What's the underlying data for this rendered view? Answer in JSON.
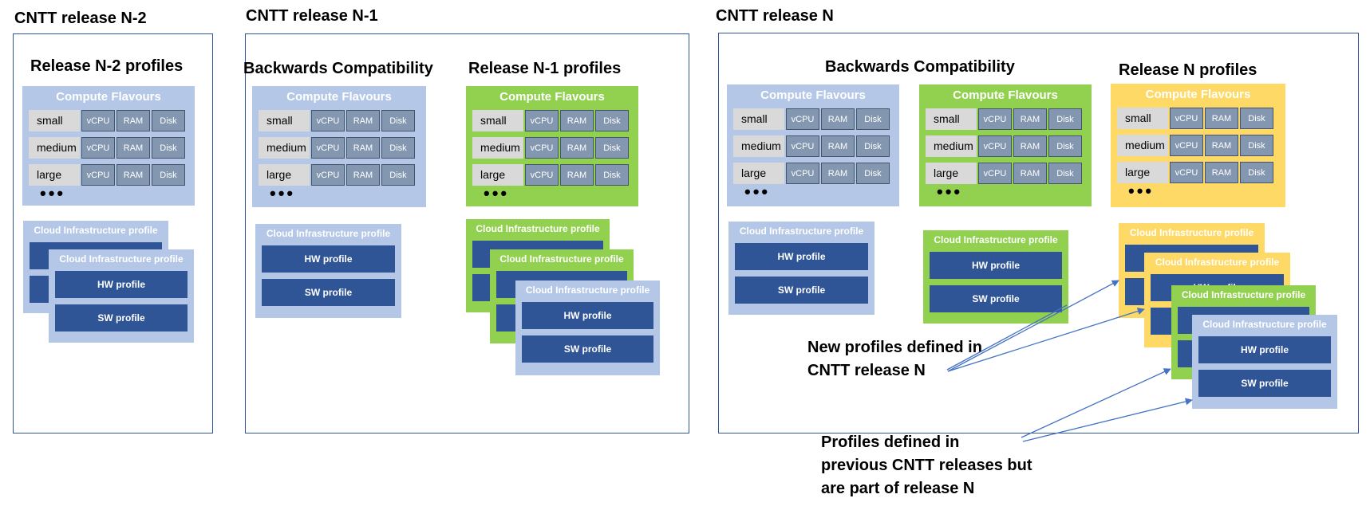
{
  "releases": {
    "n2": {
      "title": "CNTT release N-2"
    },
    "n1": {
      "title": "CNTT release N-1"
    },
    "n": {
      "title": "CNTT release N"
    }
  },
  "sections": {
    "n2_profiles": "Release N-2 profiles",
    "n1_backcompat": "Backwards Compatibility",
    "n1_profiles": "Release N-1 profiles",
    "n_backcompat": "Backwards Compatibility",
    "n_profiles": "Release N profiles"
  },
  "compute": {
    "title": "Compute Flavours",
    "flavours": [
      "small",
      "medium",
      "large"
    ],
    "cells": [
      "vCPU",
      "RAM",
      "Disk"
    ],
    "dots": "•••"
  },
  "cloud_profile": {
    "title": "Cloud Infrastructure profile",
    "hw": "HW profile",
    "sw": "SW profile"
  },
  "notes": {
    "new_profiles": [
      "New profiles defined in",
      "CNTT release N"
    ],
    "previous_profiles": [
      "Profiles defined in",
      "previous CNTT releases but",
      "are part of release N"
    ]
  },
  "colors": {
    "blue_panel": "#b4c7e7",
    "green_panel": "#92d050",
    "yellow_panel": "#ffd966",
    "profile_box": "#2f5597",
    "flavour_cell": "#8497b0",
    "frame": "#2f5597",
    "arrow": "#4472c4"
  }
}
